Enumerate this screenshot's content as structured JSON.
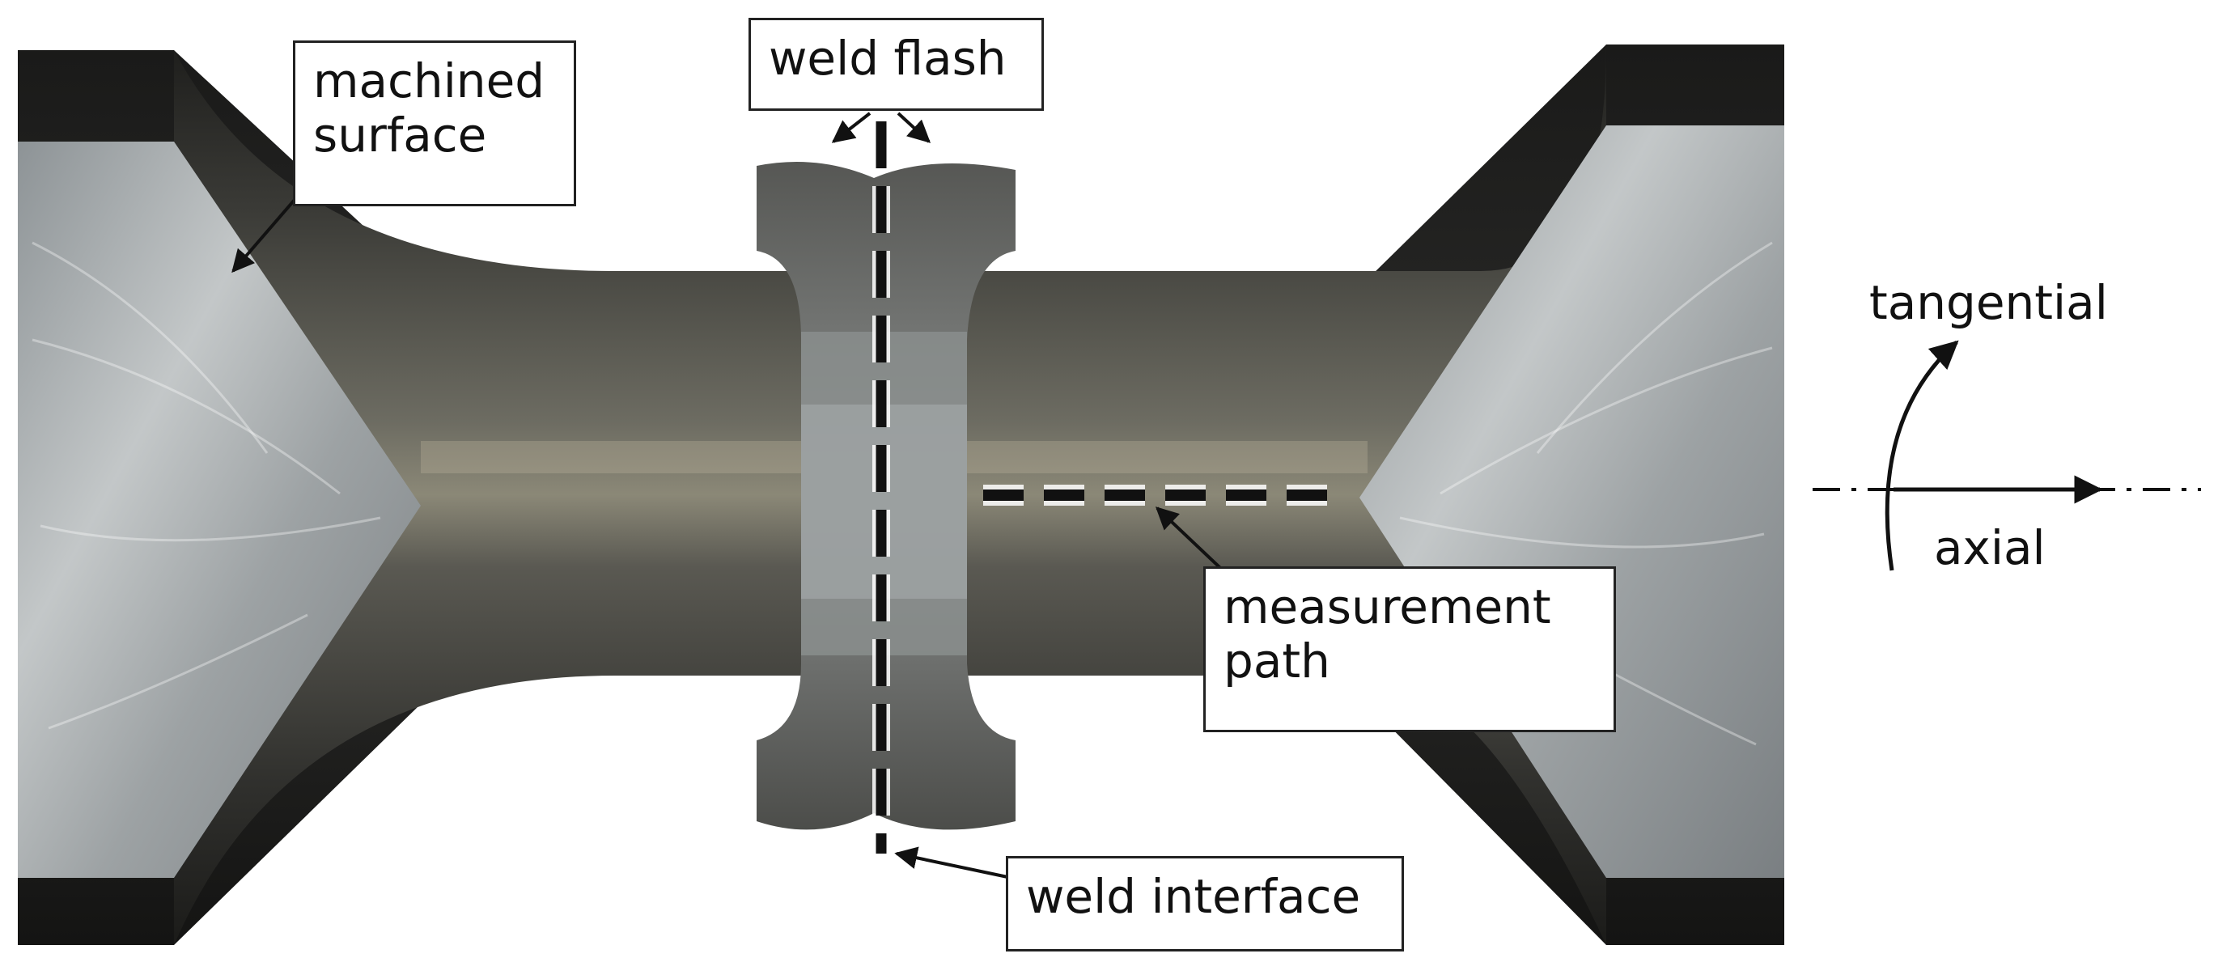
{
  "labels": {
    "machined_surface": [
      "machined",
      "surface"
    ],
    "weld_flash": "weld flash",
    "measurement_path": [
      "measurement",
      "path"
    ],
    "weld_interface": "weld interface"
  },
  "legend": {
    "tangential": "tangential",
    "axial": "axial"
  },
  "colors": {
    "background": "#ffffff",
    "metal_dark": "#2e2e2b",
    "metal_light": "#a7acad",
    "marker": "#111111"
  }
}
